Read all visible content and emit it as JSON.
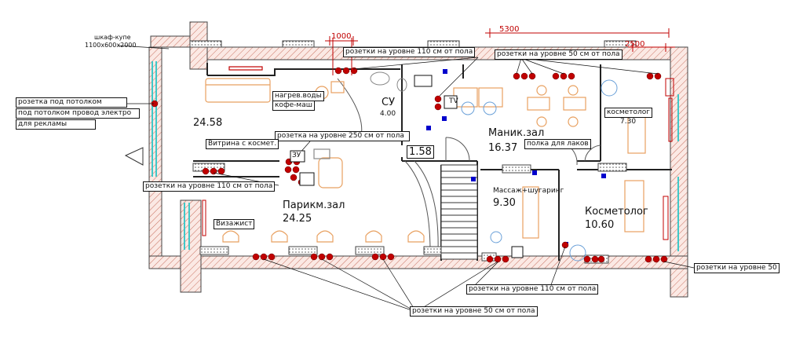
{
  "notes": {
    "wardrobe_title": "шкаф-купе",
    "wardrobe_size": "1100x600x2000",
    "ceiling_socket": "розетка под потолком",
    "ceiling_wiring": "под потолком провод электро",
    "advert": "для рекламы",
    "showcase": "Витрина с космет.",
    "water_heater": "нагрев.воды",
    "coffee_machine": "кофе-маш",
    "nail_shelf": "полка для лаков",
    "makeup": "Визажист"
  },
  "dimensions": {
    "d1000": "1000",
    "d5300": "5300",
    "d2500": "2500"
  },
  "callouts": {
    "top_110": "розетки на уровне 110 см от пола",
    "top_50": "розетки на уровне 50 см от пола",
    "mid_250": "розетка на уровне 250 см от пола",
    "left_110": "розетки на уровне 110 см от пола",
    "bottom_110": "розетки на уровне 110 см от пола",
    "bottom_50": "розетки на уровне 50 см от пола",
    "right_50": "розетки на уровне 50"
  },
  "rooms": {
    "entrance": {
      "area": "24.58"
    },
    "wc": {
      "name": "СУ",
      "area": "4.00"
    },
    "hall": {
      "area": "1.58"
    },
    "manicure": {
      "name": "Маник.зал",
      "area": "16.37"
    },
    "cosmetologist_small": {
      "name": "косметолог",
      "area": "7.30"
    },
    "hairdresser": {
      "name": "Парикм.зал",
      "area": "24.25"
    },
    "massage": {
      "name": "Массаж+шугаринг",
      "area": "9.30"
    },
    "cosmetologist_large": {
      "name": "Косметолог",
      "area": "10.60"
    }
  },
  "markers": {
    "tv": "TV",
    "wall_unit": "ЗУ"
  },
  "colors": {
    "socket": "#c00000",
    "furniture": "#e8a060",
    "wall_hatch": "#c87060",
    "window": "#40c8c8",
    "blue_box": "#0000cc"
  }
}
